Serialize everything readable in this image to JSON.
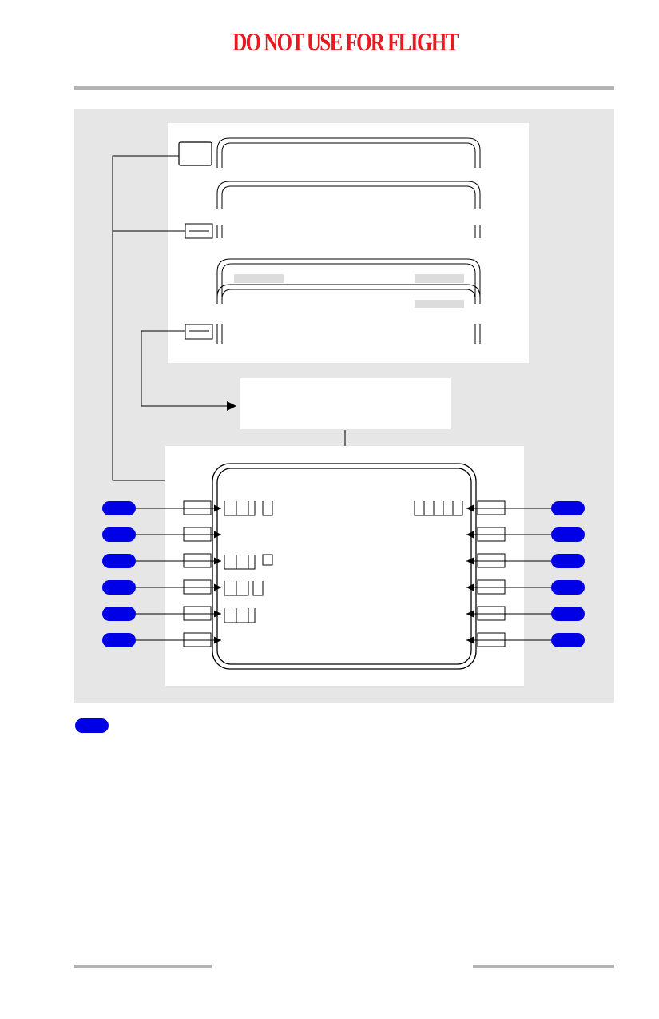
{
  "header": {
    "warning": "DO NOT USE FOR FLIGHT"
  },
  "colors": {
    "warning": "#e8191f",
    "panel_background": "#e6e6e6",
    "callout": "#0000e6",
    "label_bar": "#dcdcdc",
    "line": "#000000"
  },
  "diagram": {
    "left_key_count": 6,
    "right_key_count": 6,
    "left_callouts": 6,
    "right_callouts": 6
  },
  "legend": {
    "callout_icon": "blue-oval-icon"
  }
}
